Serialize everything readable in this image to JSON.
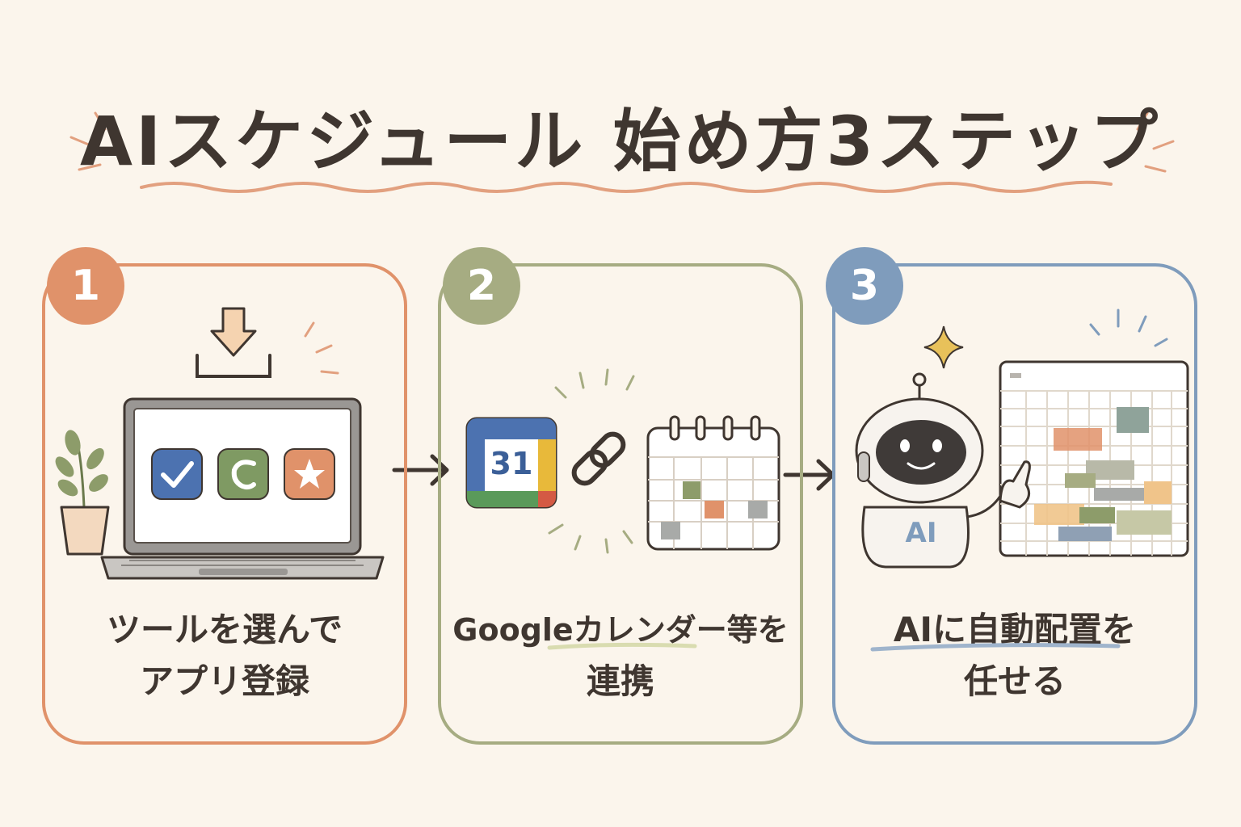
{
  "title": "AIスケジュール 始め方3ステップ",
  "steps": [
    {
      "number": "1",
      "line1": "ツールを選んで",
      "line2": "アプリ登録",
      "color": "#e0926a"
    },
    {
      "number": "2",
      "line1": "Googleカレンダー等を",
      "line2": "連携",
      "color": "#a6ac82"
    },
    {
      "number": "3",
      "line1": "AIに自動配置を",
      "line2": "任せる",
      "color": "#7f9cbc"
    }
  ],
  "google_calendar_icon": "31",
  "robot_label": "AI",
  "icons": [
    "download-icon",
    "checkmark-app-icon",
    "calendar-app-icon",
    "star-app-icon",
    "plant-icon",
    "laptop-icon",
    "google-calendar-icon",
    "link-icon",
    "calendar-icon",
    "robot-icon",
    "schedule-board-icon",
    "sparkle-icon",
    "arrow-icon"
  ]
}
